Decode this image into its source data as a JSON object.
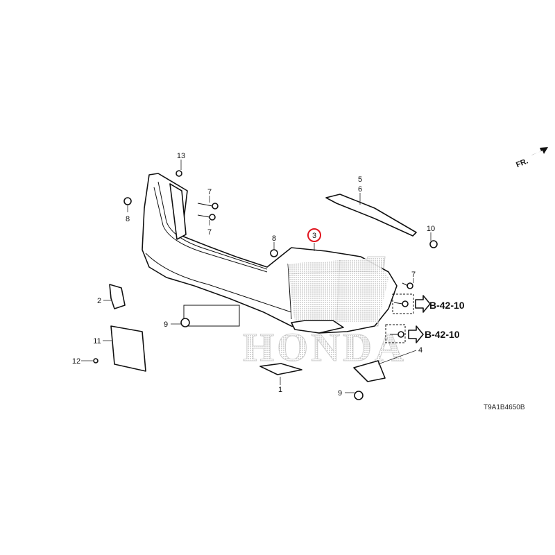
{
  "diagram": {
    "code": "T9A1B4650B",
    "front_marker": "FR.",
    "watermark": "HONDA",
    "highlight_color": "#e0141e",
    "highlighted_part": "3",
    "callouts": {
      "p13": "13",
      "p7a": "7",
      "p7b": "7",
      "p8a": "8",
      "p8b": "8",
      "p3": "3",
      "p5": "5",
      "p6": "6",
      "p10": "10",
      "p7c": "7",
      "p2": "2",
      "p9a": "9",
      "p11": "11",
      "p12": "12",
      "p1": "1",
      "p4": "4",
      "p9b": "9"
    },
    "references": [
      "B-42-10",
      "B-42-10"
    ]
  }
}
